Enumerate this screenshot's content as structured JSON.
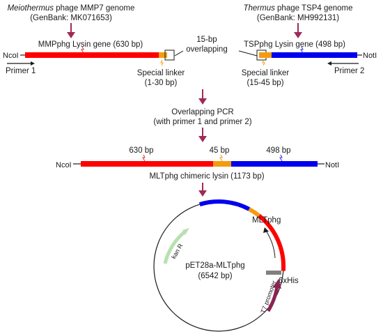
{
  "source_left": {
    "line1_italic": "Meiothermus",
    "line1_rest": " phage MMP7 genome",
    "line2": "(GenBank: MK071653)"
  },
  "source_right": {
    "line1_italic": "Thermus",
    "line1_rest": " phage TSP4 genome",
    "line2": "(GenBank: MH992131)"
  },
  "gene_left": {
    "label": "MMPphg Lysin gene (630 bp)",
    "site": "NcoI",
    "primer": "Primer 1",
    "linker_label": "Special linker",
    "linker_range": "(1-30 bp)"
  },
  "gene_right": {
    "label": "TSPphg Lysin gene (498 bp)",
    "site": "NotI",
    "primer": "Primer 2",
    "linker_label": "Special linker",
    "linker_range": "(15-45 bp)"
  },
  "overlap": {
    "line1": "15-bp",
    "line2": "overlapping"
  },
  "pcr": {
    "line1": "Overlapping PCR",
    "line2": "(with primer 1 and primer 2)"
  },
  "chimera": {
    "site_left": "NcoI",
    "site_right": "NotI",
    "seg1_bp": "630 bp",
    "seg2_bp": "45 bp",
    "seg3_bp": "498 bp",
    "label": "MLTphg chimeric lysin (1173 bp)"
  },
  "plasmid": {
    "name": "pET28a-MLTphg",
    "size": "(6542 bp)",
    "insert_label": "MLTphg",
    "tag_label": "6xHis",
    "promoter_label": "T7 promoter",
    "resistance_label": "kan R"
  },
  "colors": {
    "mmp_gene": "#ff0000",
    "tsp_gene": "#0000ee",
    "linker": "#f39c12",
    "arrow": "#9e2b57",
    "promoter": "#8b2252",
    "kanr": "#b8e0b0",
    "his_tag": "#808080"
  }
}
